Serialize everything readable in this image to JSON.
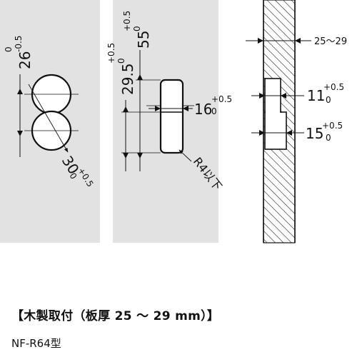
{
  "panel_left": {
    "dim_hole_pitch": {
      "base": "26",
      "tol_upper": "0",
      "tol_lower": "-0.5"
    },
    "dim_diameter": {
      "base": "30",
      "tol_upper": "+0.5",
      "tol_lower": "0"
    }
  },
  "panel_middle": {
    "dim_height": {
      "base": "55",
      "tol_upper": "+0.5",
      "tol_lower": "0"
    },
    "dim_offset": {
      "base": "29.5",
      "tol_upper": "+0.5",
      "tol_lower": "0"
    },
    "dim_width": {
      "base": "16",
      "tol_upper": "+0.5",
      "tol_lower": "0"
    },
    "radius_note": "R4以下"
  },
  "panel_right": {
    "dim_thickness": "25～29",
    "dim_depth_1": {
      "base": "11",
      "tol_upper": "+0.5",
      "tol_lower": "0"
    },
    "dim_depth_2": {
      "base": "15",
      "tol_upper": "+0.5",
      "tol_lower": "0"
    }
  },
  "caption": {
    "title": "【木製取付（板厚 25 ～ 29 mm）】",
    "model": "NF-R64型"
  },
  "colors": {
    "panel_fill": "#e2e2e2",
    "line": "#111111"
  }
}
